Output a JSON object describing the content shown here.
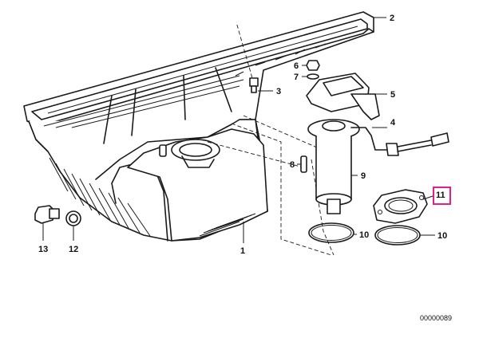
{
  "diagram": {
    "callouts": {
      "c1": "1",
      "c2": "2",
      "c3": "3",
      "c4": "4",
      "c5": "5",
      "c6": "6",
      "c7": "7",
      "c8": "8",
      "c9": "9",
      "c10a": "10",
      "c10b": "10",
      "c11": "11",
      "c12": "12",
      "c13": "13"
    },
    "highlighted_callout": "11",
    "highlight_color": "#e0218a",
    "document_number": "00000089"
  }
}
